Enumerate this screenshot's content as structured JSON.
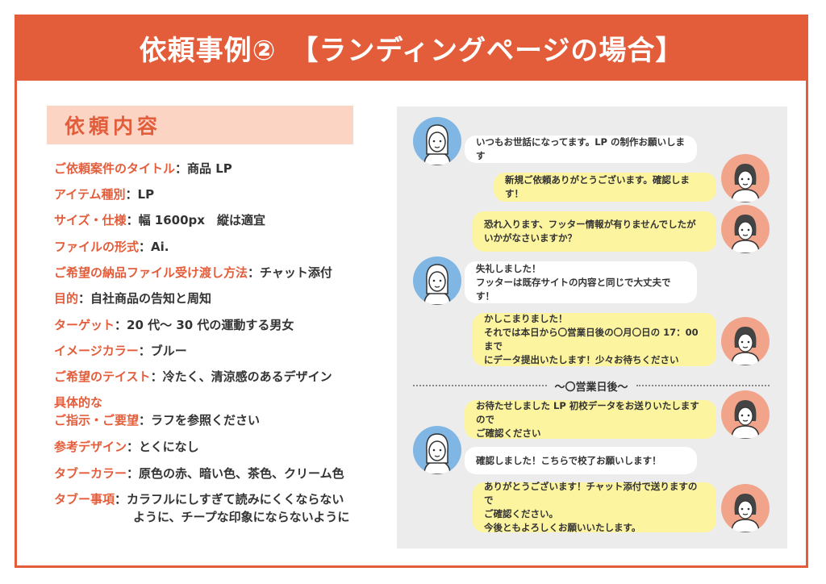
{
  "header": {
    "title": "依頼事例②　【ランディングページの場合】"
  },
  "request": {
    "heading": "依頼内容",
    "items": [
      {
        "label": "ご依頼案件のタイトル",
        "value": "：商品 LP"
      },
      {
        "label": "アイテム種別",
        "value": "：LP"
      },
      {
        "label": "サイズ・仕様",
        "value": "：幅 1600px　縦は適宜"
      },
      {
        "label": "ファイルの形式",
        "value": "：Ai."
      },
      {
        "label": "ご希望の納品ファイル受け渡し方法",
        "value": "：チャット添付"
      },
      {
        "label": "目的",
        "value": "：自社商品の告知と周知"
      },
      {
        "label": "ターゲット",
        "value": "：20 代〜 30 代の運動する男女"
      },
      {
        "label": "イメージカラー",
        "value": "：ブルー"
      },
      {
        "label": "ご希望のテイスト",
        "value": "：冷たく、清涼感のあるデザイン"
      },
      {
        "label": "具体的な",
        "label2": "ご指示・ご要望",
        "value": "：ラフを参照ください"
      },
      {
        "label": "参考デザイン",
        "value": "：とくになし"
      },
      {
        "label": "タブーカラー",
        "value": "：原色の赤、暗い色、茶色、クリーム色"
      },
      {
        "label": "タブー事項",
        "value": "：カラフルにしすぎて読みにくくならない",
        "value2": "ように、チープな印象にならないように"
      }
    ]
  },
  "chat": {
    "messages": [
      {
        "side": "client",
        "lines": [
          "いつもお世話になってます。LP の制作お願いします"
        ]
      },
      {
        "side": "designer",
        "lines": [
          "新規ご依頼ありがとうございます。確認します！"
        ]
      },
      {
        "side": "designer",
        "lines": [
          "恐れ入ります、フッター情報が有りませんでしたが",
          "いかがなさいますか？"
        ]
      },
      {
        "side": "client",
        "lines": [
          "失礼しました！",
          "フッターは既存サイトの内容と同じで大丈夫です！"
        ]
      },
      {
        "side": "designer",
        "lines": [
          "かしこまりました！",
          "それでは本日から〇営業日後の〇月〇日の 17：00 まで",
          "にデータ提出いたします！少々お待ちください"
        ]
      },
      {
        "side": "designer",
        "lines": [
          "お待たせしました LP 初校データをお送りいたしますので",
          "ご確認ください"
        ]
      },
      {
        "side": "client",
        "lines": [
          "確認しました！こちらで校了お願いします！"
        ]
      },
      {
        "side": "designer",
        "lines": [
          "ありがとうございます！チャット添付で送りますので",
          "ご確認ください。",
          "今後ともよろしくお願いいたします。"
        ]
      }
    ],
    "divider": "〜〇営業日後〜"
  },
  "colors": {
    "accent": "#e35d3b",
    "heading_bg": "#fbd4c4",
    "client_avatar": "#7fb6e3",
    "designer_avatar": "#f2a48a",
    "reply_bubble": "#fdf4a0"
  }
}
